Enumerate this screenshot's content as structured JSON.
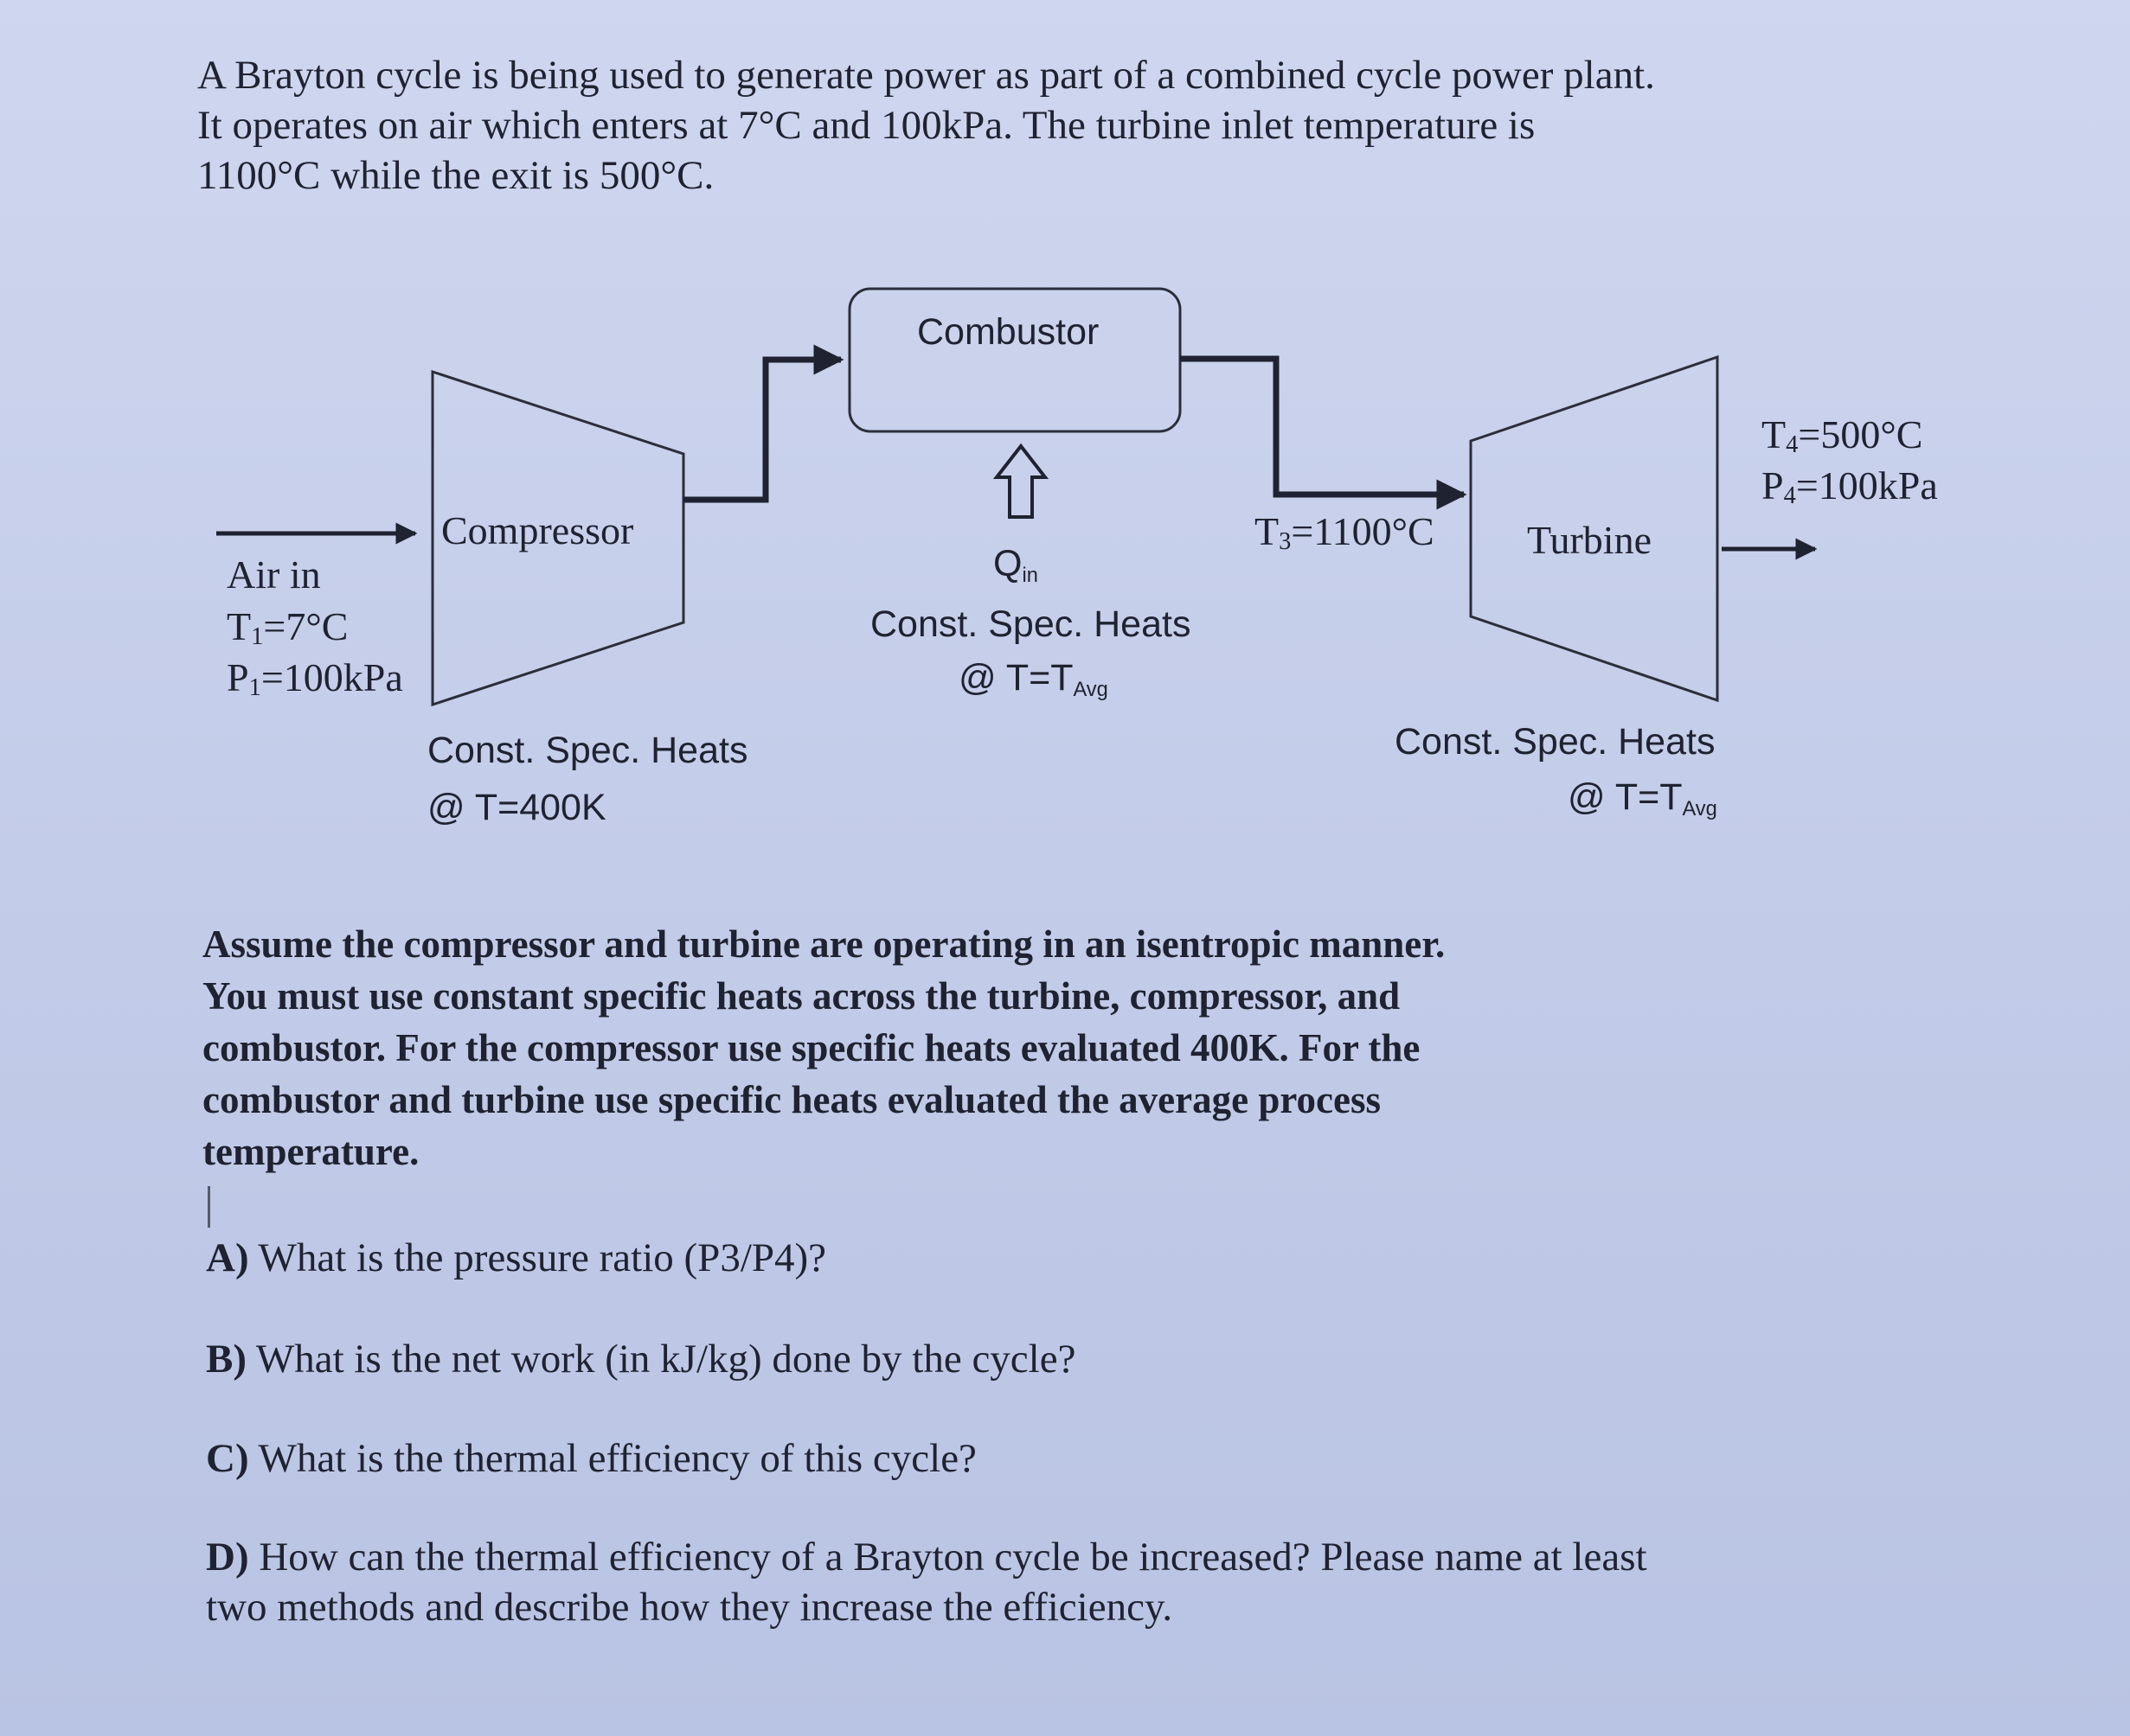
{
  "intro": [
    "A Brayton cycle is being used to generate power as part of a combined cycle power plant.",
    "It operates on air which enters at 7°C and 100kPa. The turbine inlet temperature is",
    "1100°C while the exit is 500°C."
  ],
  "diagram": {
    "combustor_label": "Combustor",
    "compressor_label": "Compressor",
    "turbine_label": "Turbine",
    "inlet": {
      "air_in": "Air in",
      "t1_sym": "T",
      "t1_sub": "1",
      "t1_val": "=7°C",
      "p1_sym": "P",
      "p1_sub": "1",
      "p1_val": "=100kPa"
    },
    "t3": {
      "sym": "T",
      "sub": "3",
      "val": "=1100°C"
    },
    "exit": {
      "t4_sym": "T",
      "t4_sub": "4",
      "t4_val": "=500°C",
      "p4_sym": "P",
      "p4_sub": "4",
      "p4_val": "=100kPa"
    },
    "heat": {
      "q": "Q",
      "q_sub": "in",
      "spec": "Const. Spec. Heats",
      "at": "@ T=T",
      "at_sub": "Avg"
    },
    "compressor_note": {
      "spec": "Const. Spec. Heats",
      "at": "@ T=400K"
    },
    "turbine_note": {
      "spec": "Const. Spec. Heats",
      "at": "@ T=T",
      "at_sub": "Avg"
    }
  },
  "assumptions": [
    "Assume the compressor and turbine are operating in an isentropic manner.",
    "You must use constant specific heats across the turbine, compressor, and",
    "combustor. For the compressor use specific heats evaluated 400K. For the",
    "combustor and turbine use specific heats evaluated the average process",
    "temperature."
  ],
  "questions": {
    "a": {
      "letter": "A)",
      "text": " What is the pressure ratio (P3/P4)?"
    },
    "b": {
      "letter": "B)",
      "text": " What is the net work (in kJ/kg) done by the cycle?"
    },
    "c": {
      "letter": "C)",
      "text": " What is the thermal efficiency of this cycle?"
    },
    "d": {
      "letter": "D)",
      "line1": " How can the thermal efficiency of a Brayton cycle be increased? Please name at least",
      "line2": "two methods and describe how they increase the efficiency."
    }
  }
}
